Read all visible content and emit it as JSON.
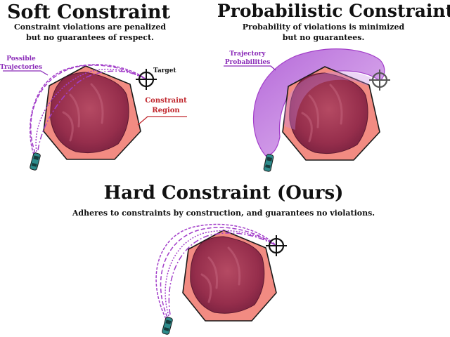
{
  "soft": {
    "title": "Soft Constraint",
    "subtitle_line1": "Constraint violations are penalized",
    "subtitle_line2": "but no guarantees of respect.",
    "trajectories_label_line1": "Possible",
    "trajectories_label_line2": "Trajectories",
    "target_label": "Target",
    "region_label_line1": "Constraint",
    "region_label_line2": "Region"
  },
  "probabilistic": {
    "title": "Probabilistic Constraint",
    "subtitle_line1": "Probability of violations is minimized",
    "subtitle_line2": "but no guarantees.",
    "probabilities_label_line1": "Trajectory",
    "probabilities_label_line2": "Probabilities"
  },
  "hard": {
    "title": "Hard Constraint (Ours)",
    "subtitle": "Adheres to constraints by construction, and guarantees no violations."
  },
  "colors": {
    "region_outer": "#f28b82",
    "region_inner": "#9c3350",
    "trajectory": "#a23ec9",
    "label_purple": "#8a2ab8",
    "label_red": "#c0262c",
    "car": "#2e8b8b"
  }
}
